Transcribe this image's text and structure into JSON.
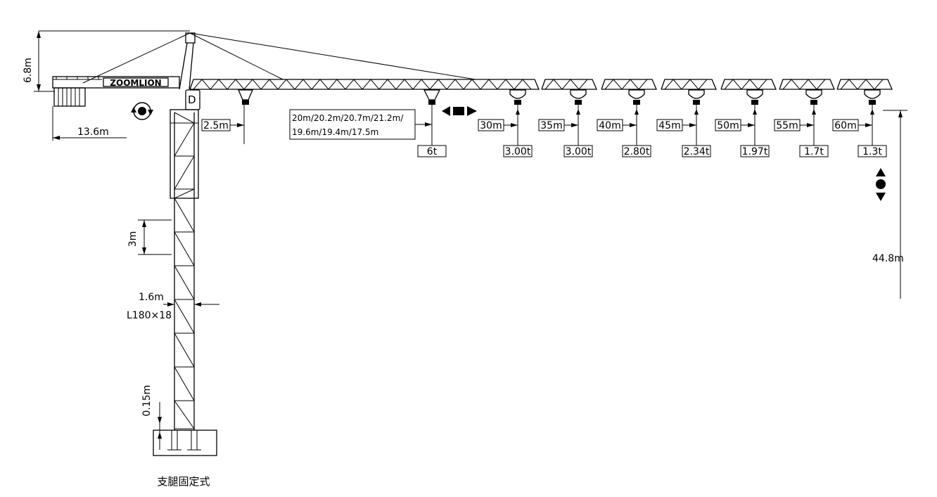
{
  "dimensions": {
    "tower_top_height": "6.8m",
    "counter_jib_length": "13.6m",
    "section_height": "3m",
    "mast_width": "1.6m",
    "mast_angle_section": "L180×18",
    "base_offset": "0.15m",
    "hook_height": "44.8m"
  },
  "brand": "ZOOMLION",
  "range_label": {
    "line1": "20m/20.2m/20.7m/21.2m/",
    "line2": "19.6m/19.4m/17.5m"
  },
  "radii": [
    "2.5m",
    "30m",
    "35m",
    "40m",
    "45m",
    "50m",
    "55m",
    "60m"
  ],
  "loads": [
    "6t",
    "3.00t",
    "3.00t",
    "2.80t",
    "2.34t",
    "1.97t",
    "1.7t",
    "1.3t"
  ],
  "base_caption": "支腿固定式",
  "colors": {
    "line": "#000000",
    "background": "#ffffff"
  }
}
